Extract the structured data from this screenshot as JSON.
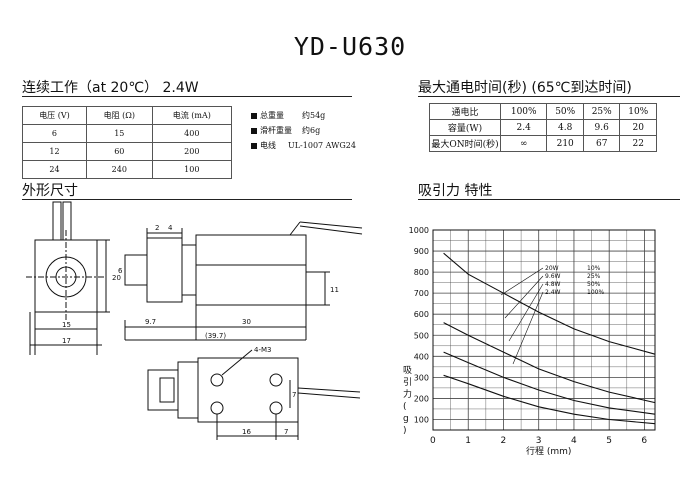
{
  "title": "YD-U630",
  "left_section": {
    "heading": "连续工作（at 20℃） 2.4W",
    "table": {
      "headers": [
        "电压 (V)",
        "电阻 (Ω)",
        "电流 (mA)"
      ],
      "rows": [
        [
          "6",
          "15",
          "400"
        ],
        [
          "12",
          "60",
          "200"
        ],
        [
          "24",
          "240",
          "100"
        ]
      ]
    },
    "specs": [
      {
        "label": "总重量",
        "value": "约54g"
      },
      {
        "label": "滑杆重量",
        "value": "约6g"
      },
      {
        "label": "电线",
        "value": "UL-1007 AWG24"
      }
    ]
  },
  "right_section": {
    "heading": "最大通电时间(秒) (65℃到达时间)",
    "table": {
      "rows": [
        [
          "通电比",
          "100%",
          "50%",
          "25%",
          "10%"
        ],
        [
          "容量(W)",
          "2.4",
          "4.8",
          "9.6",
          "20"
        ],
        [
          "最大ON时间(秒)",
          "∞",
          "210",
          "67",
          "22"
        ]
      ]
    }
  },
  "drawing": {
    "heading": "外形尺寸",
    "dims": {
      "d15": "15",
      "d17": "17",
      "d20": "20",
      "d2": "2",
      "d4": "4",
      "d6": "6",
      "d97": "9.7",
      "d30": "30",
      "d397": "(39.7)",
      "d11": "11",
      "m3": "4-M3",
      "d16": "16",
      "d7": "7",
      "d7v": "7"
    }
  },
  "force_chart": {
    "heading": "吸引力 特性",
    "chart_data": {
      "type": "line",
      "xlabel": "行程 (mm)",
      "ylabel": "吸引力(g)",
      "x_ticks": [
        0,
        1,
        2,
        3,
        4,
        5,
        6
      ],
      "y_ticks": [
        100,
        200,
        300,
        400,
        500,
        600,
        700,
        800,
        900,
        1000
      ],
      "xlim": [
        0,
        6.3
      ],
      "ylim": [
        50,
        1000
      ],
      "series": [
        {
          "name": "20W 10%",
          "points": [
            [
              0.3,
              890
            ],
            [
              1,
              790
            ],
            [
              2,
              700
            ],
            [
              3,
              610
            ],
            [
              4,
              530
            ],
            [
              5,
              470
            ],
            [
              6.3,
              410
            ]
          ]
        },
        {
          "name": "9.6W 25%",
          "points": [
            [
              0.3,
              560
            ],
            [
              1,
              500
            ],
            [
              2,
              420
            ],
            [
              3,
              340
            ],
            [
              4,
              280
            ],
            [
              5,
              230
            ],
            [
              6.3,
              180
            ]
          ]
        },
        {
          "name": "4.8W 50%",
          "points": [
            [
              0.3,
              420
            ],
            [
              1,
              370
            ],
            [
              2,
              300
            ],
            [
              3,
              240
            ],
            [
              4,
              190
            ],
            [
              5,
              155
            ],
            [
              6.3,
              125
            ]
          ]
        },
        {
          "name": "2.4W 100%",
          "points": [
            [
              0.3,
              310
            ],
            [
              1,
              270
            ],
            [
              2,
              210
            ],
            [
              3,
              160
            ],
            [
              4,
              125
            ],
            [
              5,
              100
            ],
            [
              6.3,
              80
            ]
          ]
        }
      ],
      "legend": [
        {
          "w": "20W",
          "r": "10%"
        },
        {
          "w": "9.6W",
          "r": "25%"
        },
        {
          "w": "4.8W",
          "r": "50%"
        },
        {
          "w": "2.4W",
          "r": "100%"
        }
      ]
    }
  }
}
